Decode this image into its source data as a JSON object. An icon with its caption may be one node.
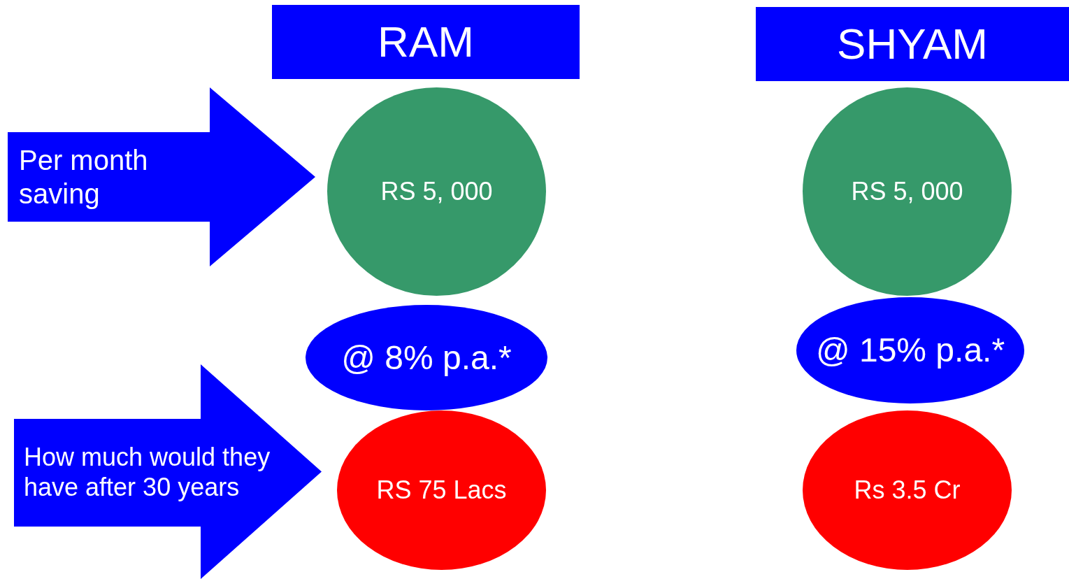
{
  "diagram": {
    "nodes": [
      {
        "text": [
          "RAM"
        ]
      },
      {
        "text": [
          "SHYAM"
        ]
      },
      {
        "text": [
          "Per month saving"
        ]
      },
      {
        "text": [
          "RS 5, 000"
        ]
      },
      {
        "text": [
          "RS 5, 000"
        ]
      },
      {
        "text": [
          "@ 8% p.a.*"
        ]
      },
      {
        "text": [
          "@ 15% p.a.*"
        ]
      },
      {
        "text": [
          "How much would they have after 30 years"
        ]
      },
      {
        "text": [
          "RS 75 Lacs"
        ]
      },
      {
        "text": [
          "Rs 3.5 Cr"
        ]
      }
    ]
  }
}
